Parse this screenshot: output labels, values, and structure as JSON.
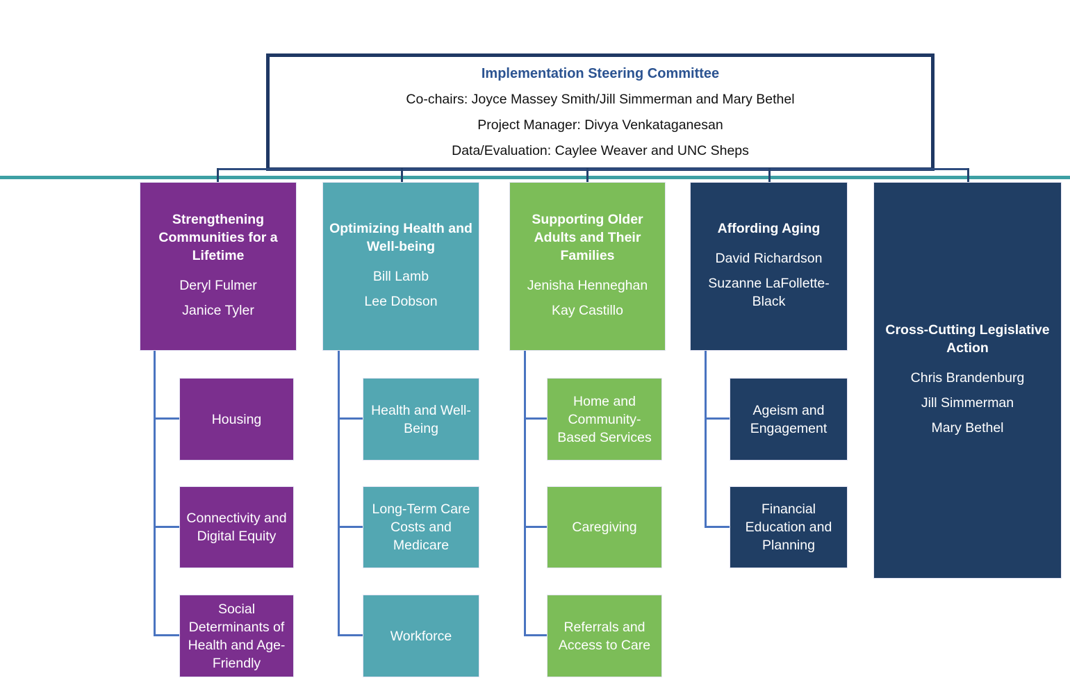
{
  "steering_committee": {
    "title": "Implementation Steering Committee",
    "co_chairs_line": "Co-chairs: Joyce Massey Smith/Jill Simmerman and  Mary Bethel",
    "project_manager_line": "Project Manager: Divya Venkataganesan",
    "data_evaluation_line": "Data/Evaluation: Caylee Weaver and UNC Sheps"
  },
  "columns": [
    {
      "id": "strengthening-communities-for-a-lifetime",
      "title": "Strengthening Communities for a Lifetime",
      "members": [
        "Deryl Fulmer",
        "Janice Tyler"
      ],
      "color": "#7B2F8E",
      "subcommittees": [
        "Housing",
        "Connectivity and Digital Equity",
        "Social Determinants of Health and Age-Friendly"
      ]
    },
    {
      "id": "optimizing-health-and-well-being",
      "title": "Optimizing Health and Well-being",
      "members": [
        "Bill Lamb",
        "Lee Dobson"
      ],
      "color": "#53A7B2",
      "subcommittees": [
        "Health and Well-Being",
        "Long-Term Care Costs and Medicare",
        "Workforce"
      ]
    },
    {
      "id": "supporting-older-adults-and-their-families",
      "title": "Supporting Older Adults and Their Families",
      "members": [
        "Jenisha Henneghan",
        "Kay Castillo"
      ],
      "color": "#7CBD58",
      "subcommittees": [
        "Home and Community-Based Services",
        "Caregiving",
        "Referrals and Access to Care"
      ]
    },
    {
      "id": "affording-aging",
      "title": "Affording Aging",
      "members": [
        "David Richardson",
        "Suzanne LaFollette-Black"
      ],
      "color": "#203E64",
      "subcommittees": [
        "Ageism and Engagement",
        "Financial Education and Planning"
      ]
    },
    {
      "id": "cross-cutting-legislative-action",
      "title": "Cross-Cutting Legislative Action",
      "members": [
        "Chris Brandenburg",
        "Jill Simmerman",
        "Mary Bethel"
      ],
      "color": "#203E64",
      "subcommittees": []
    }
  ],
  "colors": {
    "steering_box_border": "#1F3864",
    "steering_title_text": "#2B5391",
    "body_text": "#111111",
    "box_text": "#FFFFFF",
    "purple": "#7B2F8E",
    "teal": "#53A7B2",
    "green": "#7CBD58",
    "navy": "#203E64",
    "teal_divider_line": "#3EA0A4",
    "top_connector_line": "#2E4C7E",
    "sub_connector_line": "#4A74C0",
    "background": "#FFFFFF"
  }
}
